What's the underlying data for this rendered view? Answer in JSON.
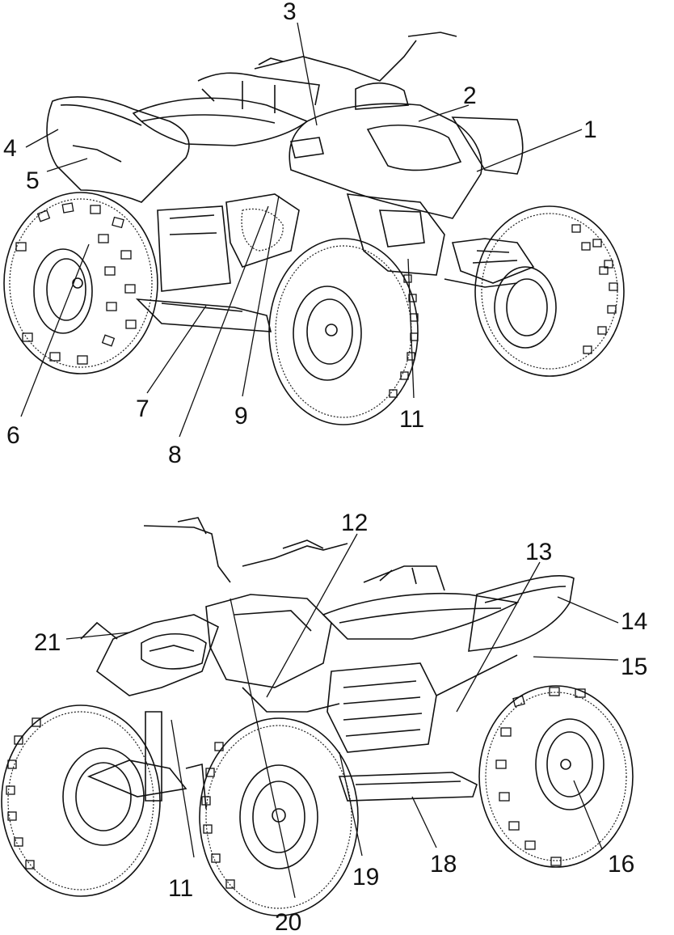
{
  "figure": {
    "upper_view": {
      "callouts": [
        "1",
        "2",
        "3",
        "4",
        "5",
        "6",
        "7",
        "8",
        "9",
        "11"
      ]
    },
    "lower_view": {
      "callouts": [
        "11",
        "12",
        "13",
        "14",
        "15",
        "16",
        "18",
        "19",
        "20",
        "21"
      ]
    }
  }
}
